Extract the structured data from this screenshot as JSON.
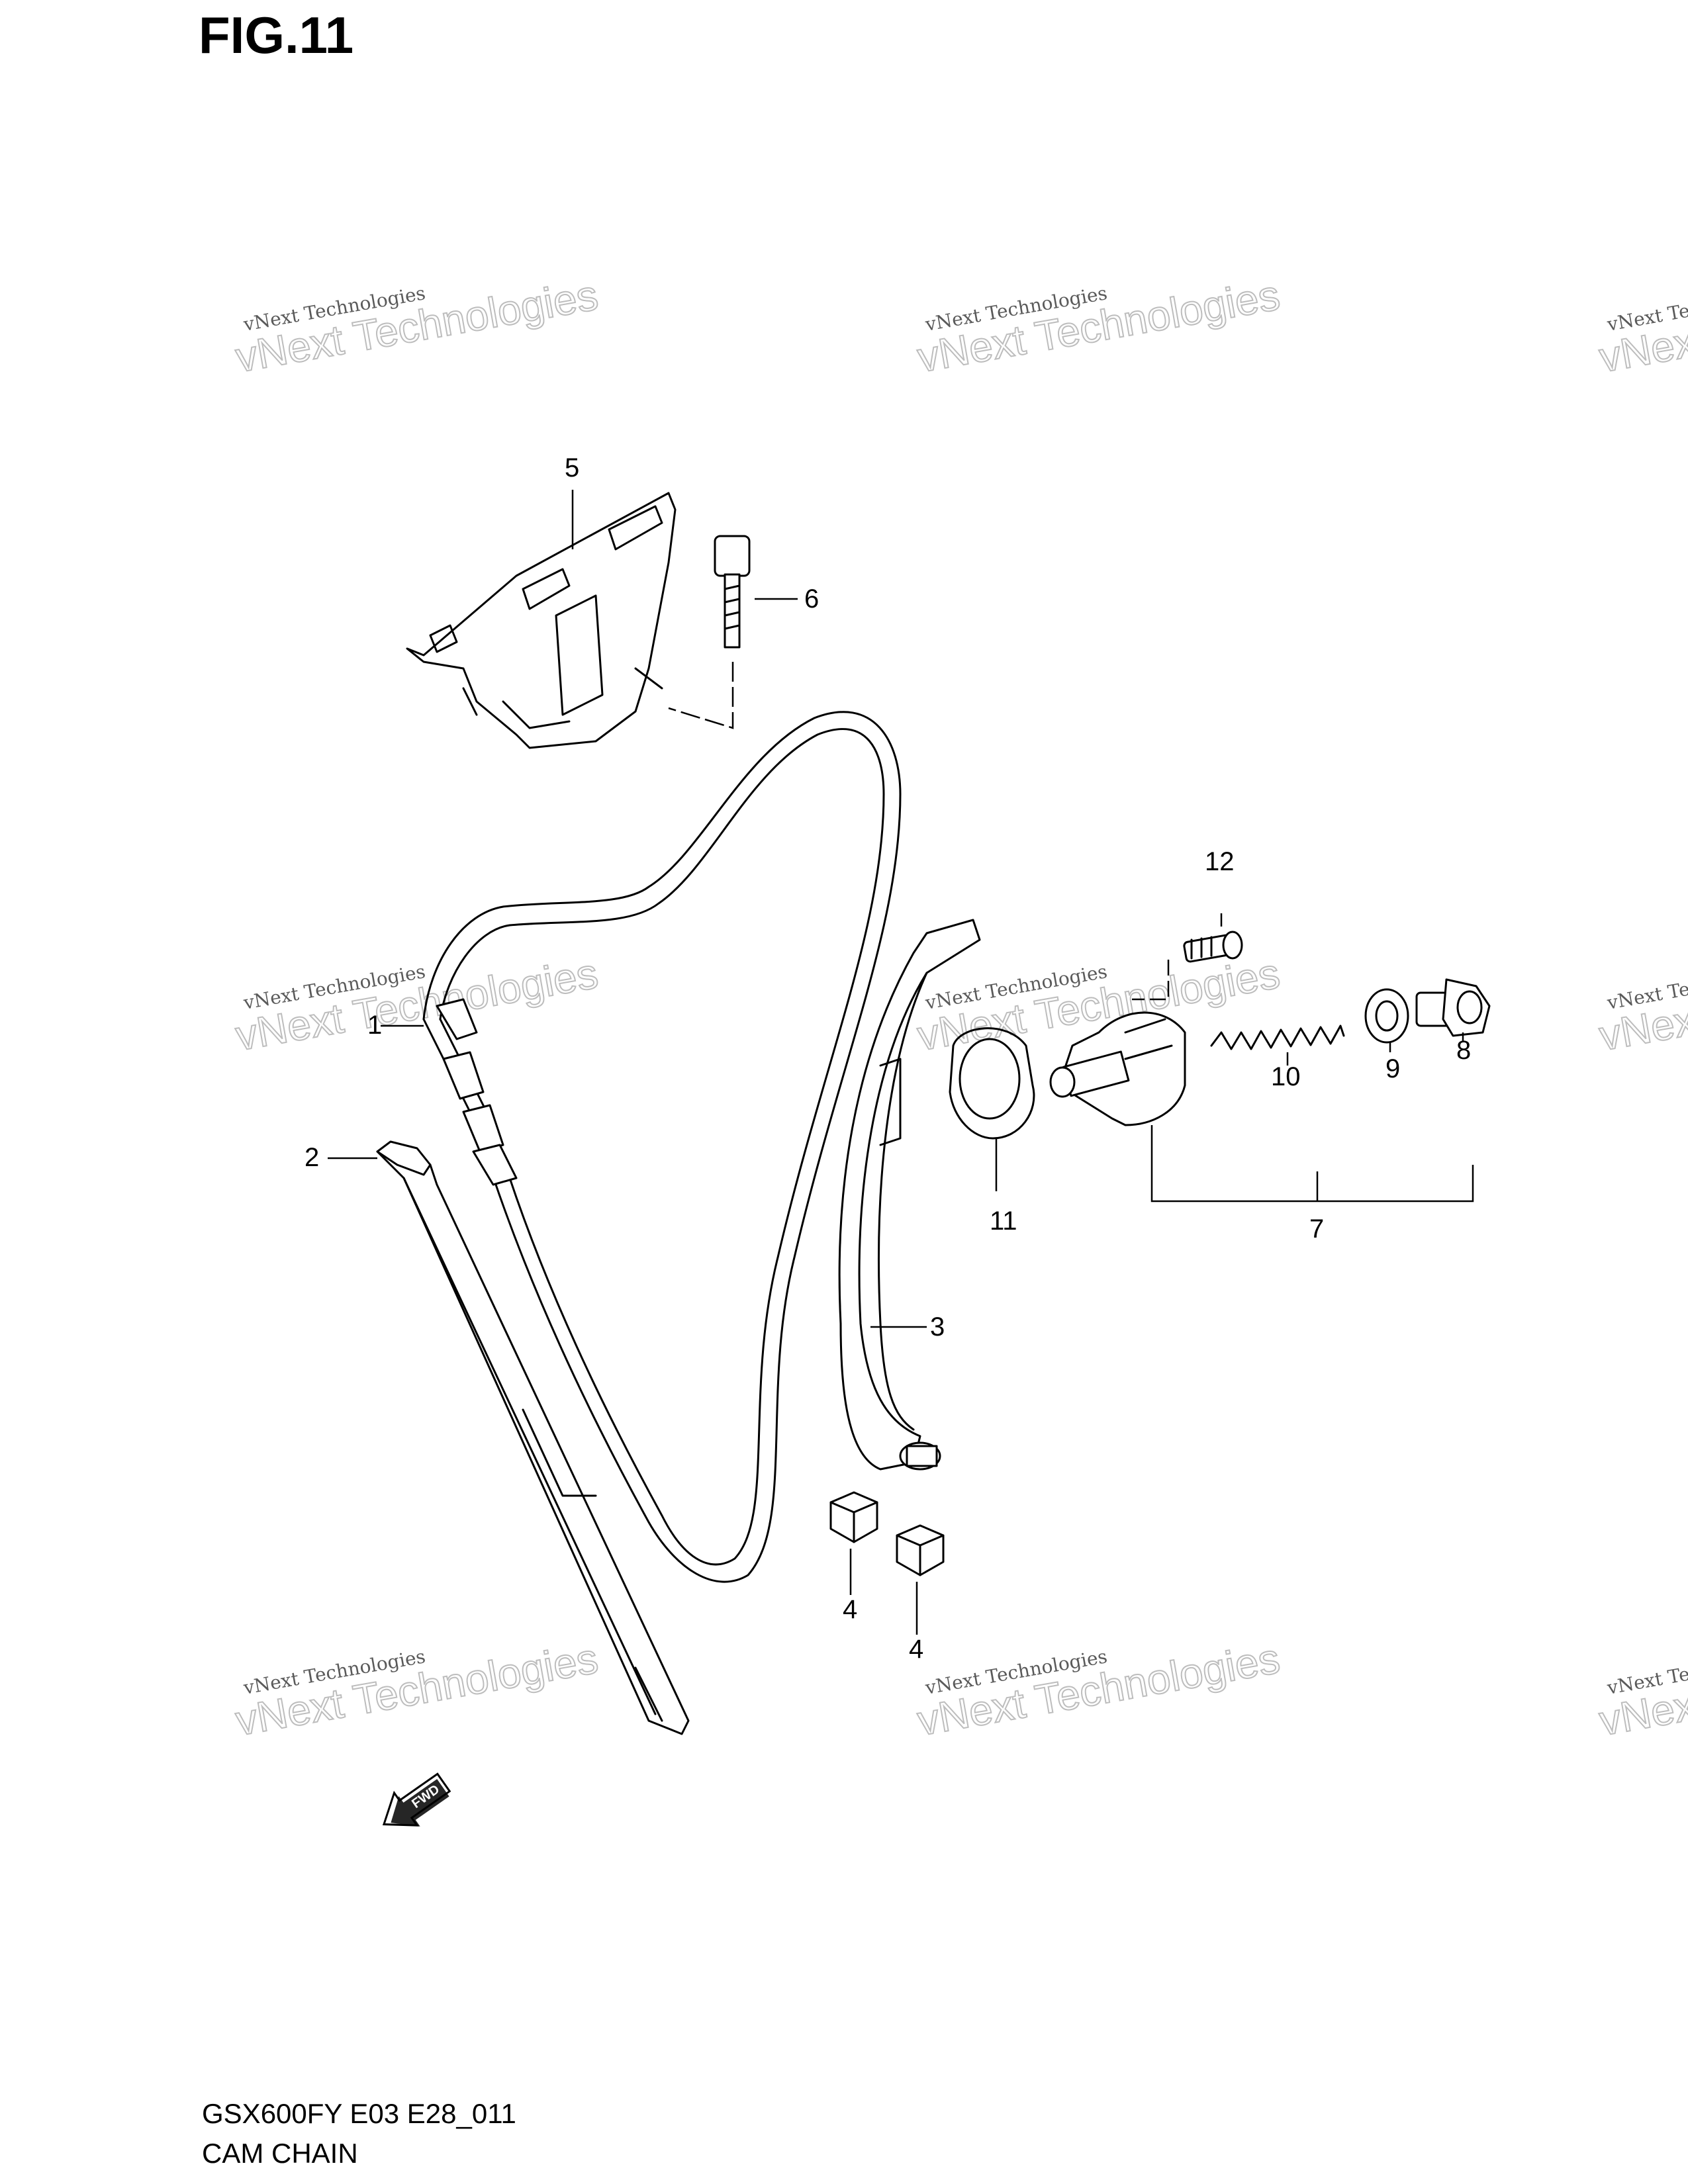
{
  "figure": {
    "title": "FIG.11"
  },
  "footer": {
    "code": "GSX600FY E03 E28_011",
    "caption": "CAM CHAIN"
  },
  "watermark": {
    "line1": "vNext Technologies",
    "line2": "vNext Technologies"
  },
  "arrow_label": "FWD",
  "parts": [
    {
      "id": "cam-chain",
      "callout": "1"
    },
    {
      "id": "cam-chain-guide-front",
      "callout": "2"
    },
    {
      "id": "cam-chain-tensioner-guide",
      "callout": "3"
    },
    {
      "id": "cushion-left",
      "callout": "4"
    },
    {
      "id": "cushion-right",
      "callout": "4"
    },
    {
      "id": "cam-chain-guide-top",
      "callout": "5"
    },
    {
      "id": "guide-bolt",
      "callout": "6"
    },
    {
      "id": "tensioner-assy",
      "callout": "7"
    },
    {
      "id": "tensioner-cap-bolt",
      "callout": "8"
    },
    {
      "id": "gasket-washer",
      "callout": "9"
    },
    {
      "id": "tensioner-spring",
      "callout": "10"
    },
    {
      "id": "tensioner-gasket",
      "callout": "11"
    },
    {
      "id": "tensioner-mount-bolt",
      "callout": "12"
    }
  ]
}
